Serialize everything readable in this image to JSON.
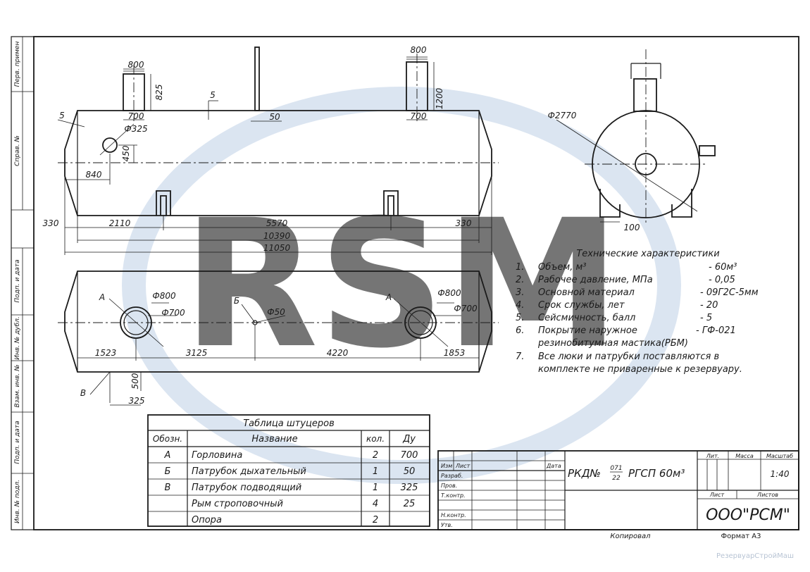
{
  "side_labels": [
    "Перв. примен",
    "Справ. №",
    "Подп. и дата",
    "Инв. № дубл.",
    "Взам. инв. №",
    "Подп. и дата",
    "Инв. № подл."
  ],
  "side_view": {
    "nozzle_a_width": "800",
    "nozzle_a_height": "825",
    "nozzle_a_inner": "700",
    "nozzle_b_width": "800",
    "nozzle_b_height": "1200",
    "nozzle_b_inner": "700",
    "pipe_offset": "5",
    "pipe_gap": "50",
    "end_label": "5",
    "inlet_diameter": "Ф325",
    "inlet_height": "450",
    "inlet_offset": "840",
    "dim_left": "330",
    "dim_support_left": "2110",
    "dim_support_span": "5570",
    "dim_right": "330",
    "dim_shell": "10390",
    "dim_total": "11050"
  },
  "end_view": {
    "diameter": "Ф2770",
    "offset": "100"
  },
  "plan_view": {
    "label_a_left": "А",
    "d800_left": "Ф800",
    "d700_left": "Ф700",
    "label_b": "Б",
    "d50": "Ф50",
    "label_a_right": "А",
    "d800_right": "Ф800",
    "d700_right": "Ф700",
    "dim_1": "1523",
    "dim_2": "3125",
    "dim_3": "4220",
    "dim_4": "1853",
    "label_v": "В",
    "v_height": "500",
    "v_width": "325"
  },
  "specs": {
    "title": "Технические характеристики",
    "items": [
      {
        "num": "1.",
        "text": "Объем, м³",
        "value": "- 60м³"
      },
      {
        "num": "2.",
        "text": "Рабочее давление, МПа",
        "value": "- 0,05"
      },
      {
        "num": "3.",
        "text": "Основной материал",
        "value": "- 09Г2С-5мм"
      },
      {
        "num": "4.",
        "text": "Срок службы, лет",
        "value": "- 20"
      },
      {
        "num": "5.",
        "text": "Сейсмичность, балл",
        "value": "- 5"
      },
      {
        "num": "6.",
        "text": "Покрытие наружное",
        "value": "- ГФ-021"
      },
      {
        "num": "",
        "text": "резинобитумная мастика(РБМ)",
        "value": ""
      },
      {
        "num": "7.",
        "text": "Все люки и патрубки поставляются в",
        "value": ""
      },
      {
        "num": "",
        "text": "комплекте не приваренные к резервуару.",
        "value": ""
      }
    ]
  },
  "nozzle_table": {
    "title": "Таблица штуцеров",
    "headers": [
      "Обозн.",
      "Название",
      "кол.",
      "Ду"
    ],
    "rows": [
      [
        "А",
        "Горловина",
        "2",
        "700"
      ],
      [
        "Б",
        "Патрубок дыхательный",
        "1",
        "50"
      ],
      [
        "В",
        "Патрубок подводящий",
        "1",
        "325"
      ],
      [
        "",
        "Рым строповочный",
        "4",
        "25"
      ],
      [
        "",
        "Опора",
        "2",
        ""
      ]
    ]
  },
  "title_block": {
    "left_labels": [
      "Изм",
      "Лист",
      "Разраб.",
      "Пров.",
      "Т.контр.",
      "Н.контр.",
      "Утв."
    ],
    "data_label": "Дата",
    "designation_prefix": "РКД№",
    "designation_num": "071",
    "designation_den": "22",
    "designation_suffix": "РГСП 60м³",
    "lit_label": "Лит.",
    "mass_label": "Масса",
    "scale_label": "Масштаб",
    "scale_value": "1:40",
    "sheet_label": "Лист",
    "sheets_label": "Листов",
    "company": "ООО\"РСМ\"",
    "copied_label": "Копировал",
    "format_label": "Формат А3"
  },
  "watermark": {
    "letters": "RSM",
    "footer_text": "РезервуарСтройМаш"
  }
}
